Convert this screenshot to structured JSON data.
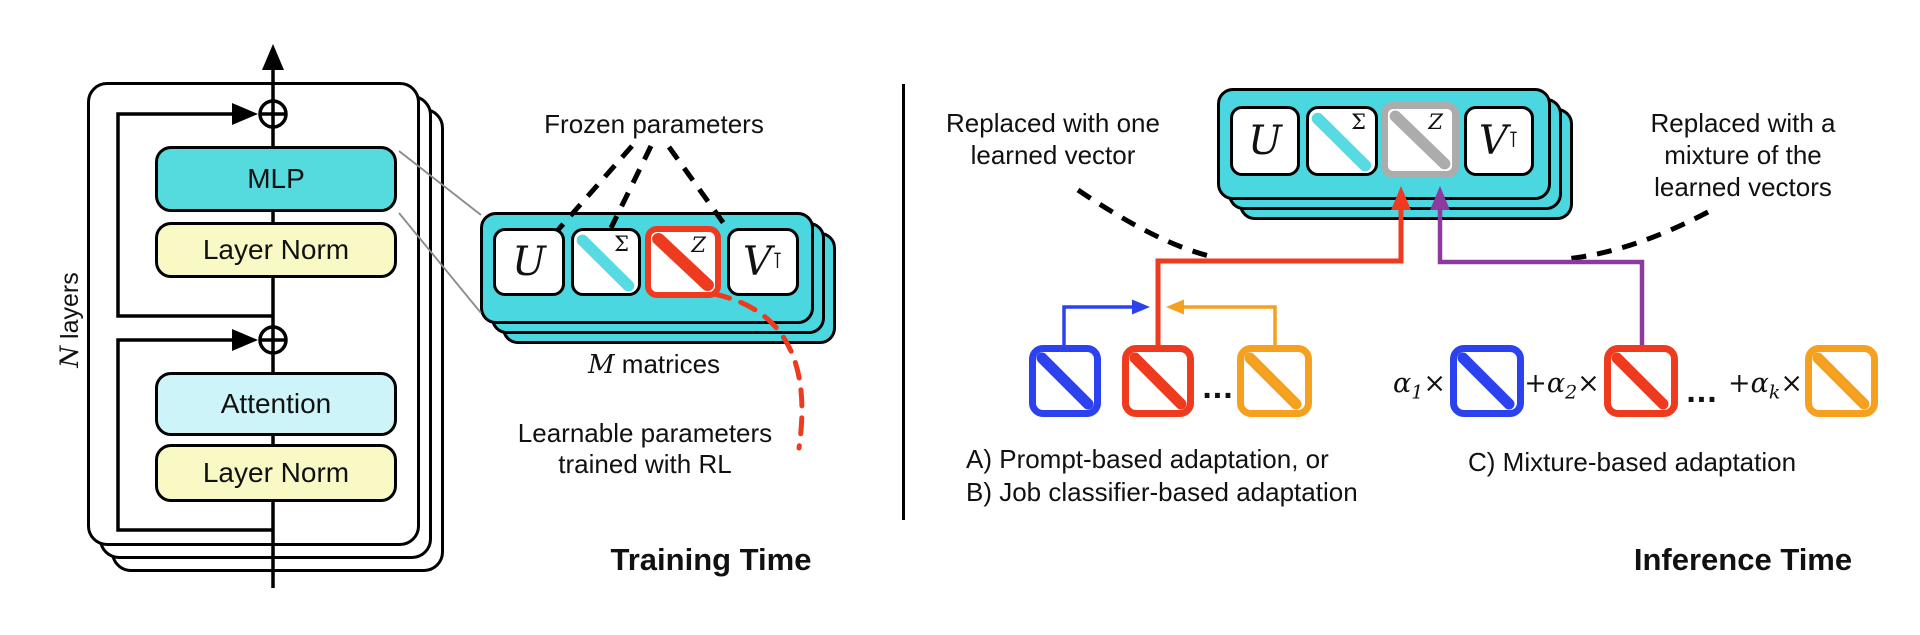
{
  "colors": {
    "container_teal": "#4AD7DF",
    "mlp_teal": "#55DADD",
    "attention_cyan": "#CDF5F9",
    "layer_norm_yellow": "#F8F9C5",
    "learnable_red": "#EE3A1F",
    "prompt_blue": "#2B42EE",
    "mixture_orange": "#F5A01E",
    "mixture_purple": "#8C3A9E",
    "frozen_gray": "#ACACAC",
    "sigma_stripe_cyan": "#57DAE2"
  },
  "left": {
    "n_var": "N",
    "n_rest": " layers",
    "blocks": {
      "mlp": "MLP",
      "ln_top": "Layer Norm",
      "attention": "Attention",
      "ln_bottom": "Layer Norm"
    },
    "frozen": "Frozen parameters",
    "m_var": "M",
    "m_rest": " matrices",
    "learnable1": "Learnable parameters",
    "learnable2": "trained with RL",
    "section": "Training Time"
  },
  "matrix_labels": {
    "u": "U",
    "sigma": "Σ",
    "z": "Z",
    "v": "V",
    "transpose": "⊺"
  },
  "right": {
    "replaced_one": [
      "Replaced with one",
      "learned vector"
    ],
    "replaced_mix": [
      "Replaced with a",
      "mixture of the",
      "learned vectors"
    ],
    "dots_a": "...",
    "dots_c": "...",
    "mix_terms": [
      {
        "pre": "α",
        "sub": "1",
        "post": "×"
      },
      {
        "pre": "+α",
        "sub": "2",
        "post": "×"
      },
      {
        "pre": "+α",
        "sub": "k",
        "post": "×"
      }
    ],
    "caption_a": "A) Prompt-based adaptation, or",
    "caption_b": "B) Job classifier-based adaptation",
    "caption_c": "C) Mixture-based adaptation",
    "section": "Inference Time"
  }
}
